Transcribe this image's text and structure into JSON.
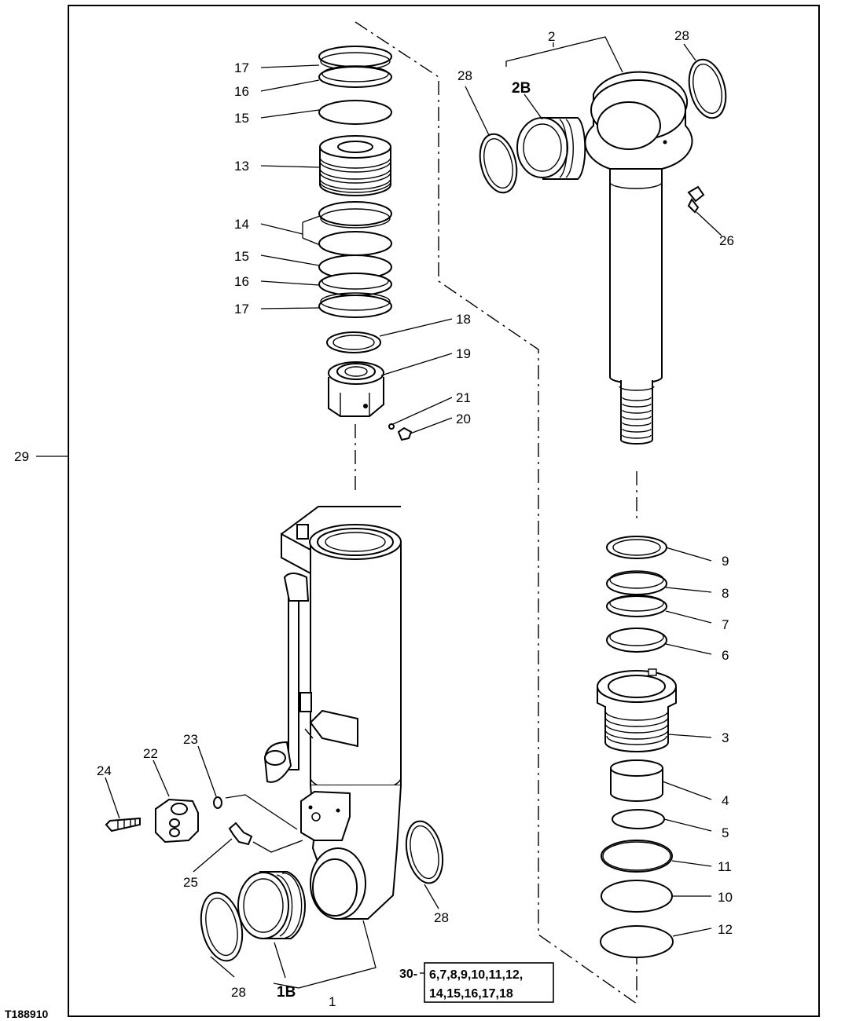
{
  "figure": {
    "id": "T188910",
    "frame_callout": "29",
    "kit": {
      "callout": "30-",
      "line1": "6,7,8,9,10,11,12,",
      "line2": "14,15,16,17,18"
    }
  },
  "callouts": {
    "c1": "1",
    "c1B": "1B",
    "c2": "2",
    "c2B": "2B",
    "c3": "3",
    "c4": "4",
    "c5": "5",
    "c6": "6",
    "c7": "7",
    "c8": "8",
    "c9": "9",
    "c10": "10",
    "c11": "11",
    "c12": "12",
    "c13": "13",
    "c14": "14",
    "c15a": "15",
    "c15b": "15",
    "c16a": "16",
    "c16b": "16",
    "c17a": "17",
    "c17b": "17",
    "c18": "18",
    "c19": "19",
    "c20": "20",
    "c21": "21",
    "c22": "22",
    "c23": "23",
    "c24": "24",
    "c25": "25",
    "c26": "26",
    "c28a": "28",
    "c28b": "28",
    "c28c": "28",
    "c28d": "28"
  }
}
